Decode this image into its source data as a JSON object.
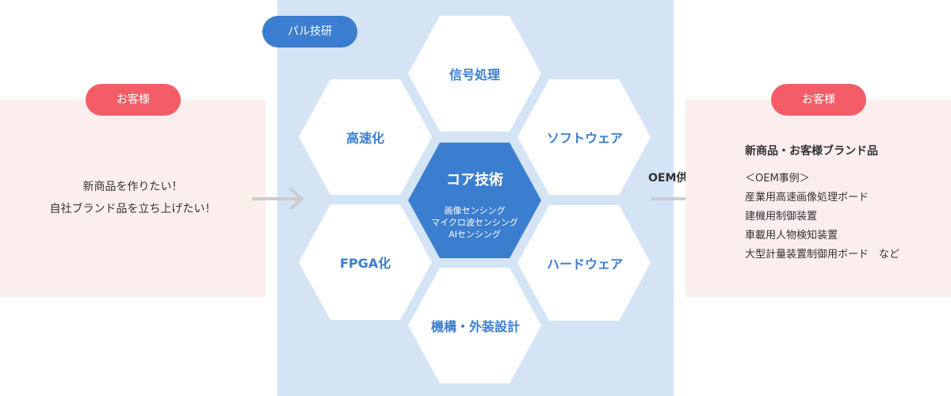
{
  "left": {
    "badge": "お客様",
    "lines": [
      "新商品を作りたい！",
      "自社ブランド品を立ち上げたい！"
    ]
  },
  "center": {
    "badge": "パル技研",
    "hexagons": [
      {
        "id": "signal",
        "label": "信号処理"
      },
      {
        "id": "speed",
        "label": "高速化"
      },
      {
        "id": "software",
        "label": "ソフトウェア"
      },
      {
        "id": "fpga",
        "label": "FPGA化"
      },
      {
        "id": "hardware",
        "label": "ハードウェア"
      },
      {
        "id": "mech",
        "label": "機構・外装設計"
      }
    ],
    "core": {
      "title": "コア技術",
      "items": [
        "画像センシング",
        "マイクロ波センシング",
        "AIセンシング"
      ]
    }
  },
  "flow": {
    "oem_label": "OEM供給"
  },
  "right": {
    "badge": "お客様",
    "title": "新商品・お客様ブランド品",
    "examples_heading": "＜OEM事例＞",
    "examples": [
      "産業用高速画像処理ボード",
      "建機用制御装置",
      "車載用人物検知装置",
      "大型計量装置制御用ボード　など"
    ]
  },
  "colors": {
    "accent_blue": "#3b7ed0",
    "customer_red": "#f45d67",
    "customer_bg": "#fdeeee",
    "center_bg": "#d5e4f5",
    "arrow_gray": "#cccccc"
  }
}
